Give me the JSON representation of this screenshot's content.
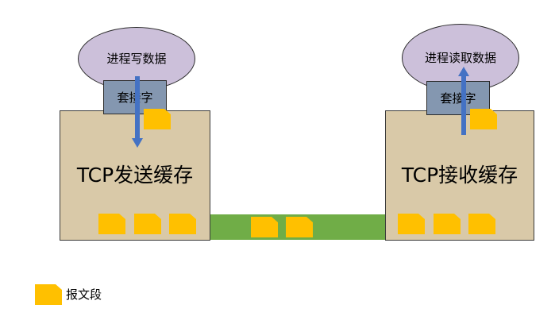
{
  "sender": {
    "process_label": "进程写数据",
    "socket_label": "套接字",
    "buffer_label": "TCP发送缓存"
  },
  "receiver": {
    "process_label": "进程读取数据",
    "socket_label": "套接字",
    "buffer_label": "TCP接收缓存"
  },
  "legend": {
    "segment_label": "报文段"
  },
  "colors": {
    "process": "#ccc0da",
    "buffer": "#d9c9a8",
    "socket": "#8497b0",
    "channel": "#70ad47",
    "segment": "#ffc000",
    "arrow": "#4472c4"
  }
}
